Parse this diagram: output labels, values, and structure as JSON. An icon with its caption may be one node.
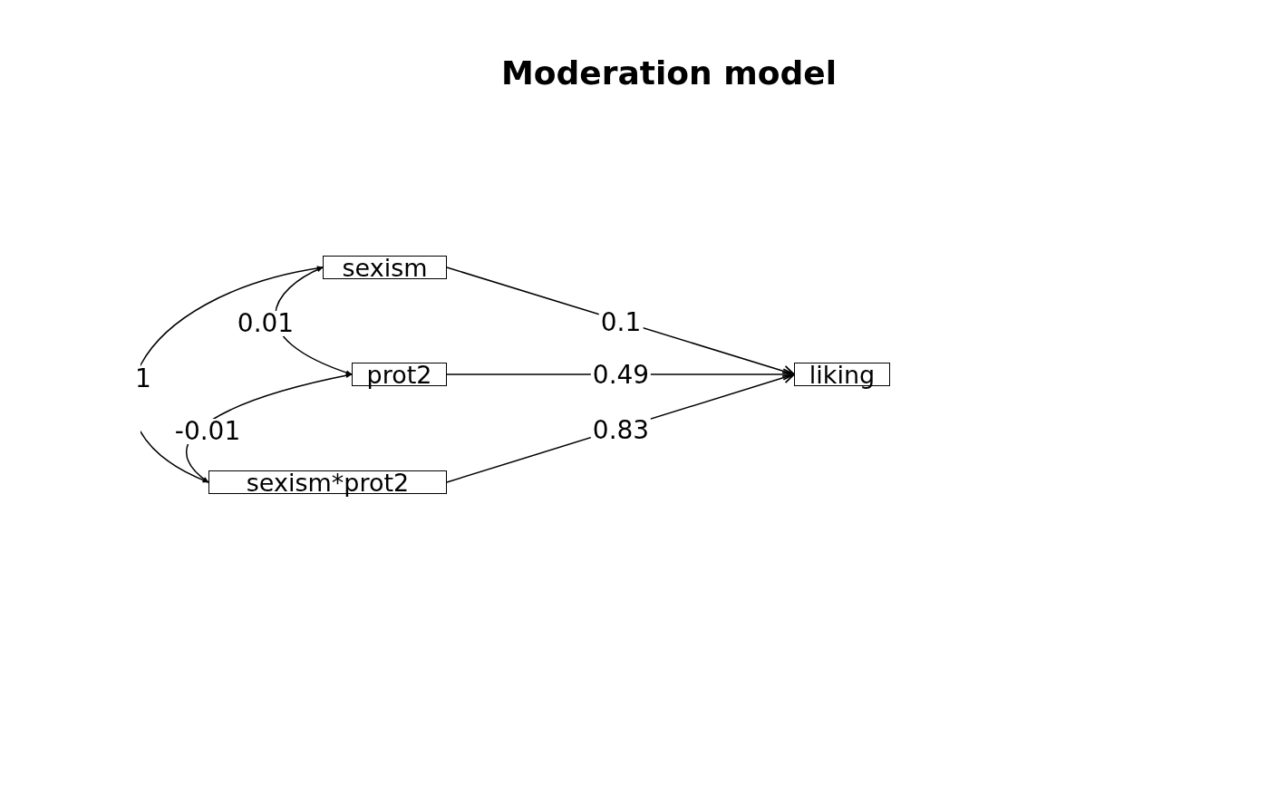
{
  "diagram": {
    "title": "Moderation model",
    "nodes": [
      {
        "text": [
          "sexism"
        ]
      },
      {
        "text": [
          "prot2"
        ]
      },
      {
        "text": [
          "sexism*prot2"
        ]
      },
      {
        "text": [
          "liking"
        ]
      }
    ],
    "edges": [
      {
        "from": 0,
        "to": 3,
        "arrow": "to",
        "label": "0.1"
      },
      {
        "from": 1,
        "to": 3,
        "arrow": "to",
        "label": "0.49"
      },
      {
        "from": 2,
        "to": 3,
        "arrow": "to",
        "label": "0.83"
      },
      {
        "from": 0,
        "to": 1,
        "arrow": "both",
        "label": "0.01"
      },
      {
        "from": 1,
        "to": 2,
        "arrow": "both",
        "label": "-0.01"
      },
      {
        "from": 0,
        "to": 2,
        "arrow": "both",
        "label": "1"
      }
    ]
  }
}
